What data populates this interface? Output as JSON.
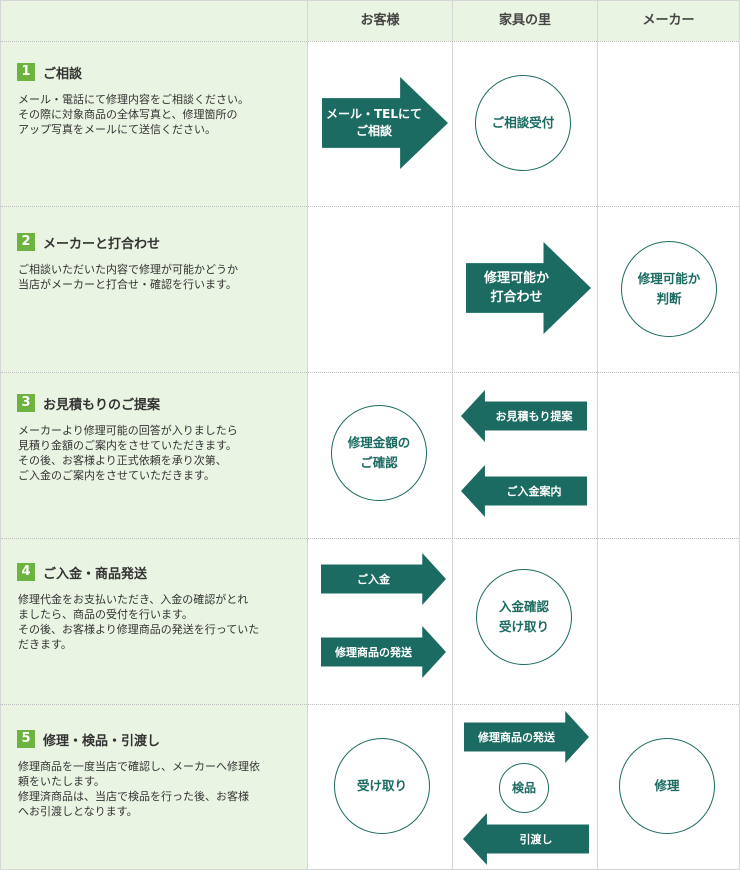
{
  "columns": {
    "customer": "お客様",
    "store": "家具の里",
    "maker": "メーカー"
  },
  "steps": [
    {
      "num": "1",
      "title": "ご相談",
      "desc": "メール・電話にて修理内容をご相談ください。\nその際に対象商品の全体写真と、修理箇所の\nアップ写真をメールにて送信ください。",
      "arrow_customer": "メール・TELにて\nご相談",
      "circle_store": "ご相談受付"
    },
    {
      "num": "2",
      "title": "メーカーと打合わせ",
      "desc": "ご相談いただいた内容で修理が可能かどうか\n当店がメーカーと打合せ・確認を行います。",
      "arrow_store": "修理可能か\n打合わせ",
      "circle_maker": "修理可能か\n判断"
    },
    {
      "num": "3",
      "title": "お見積もりのご提案",
      "desc": "メーカーより修理可能の回答が入りましたら\n見積り金額のご案内をさせていただきます。\nその後、お客様より正式依頼を承り次第、\nご入金のご案内をさせていただきます。",
      "circle_customer": "修理金額の\nご確認",
      "arrow_estimate": "お見積もり提案",
      "arrow_payment_info": "ご入金案内"
    },
    {
      "num": "4",
      "title": "ご入金・商品発送",
      "desc": "修理代金をお支払いただき、入金の確認がとれ\nましたら、商品の受付を行います。\nその後、お客様より修理商品の発送を行っていた\nだきます。",
      "arrow_payment": "ご入金",
      "arrow_ship": "修理商品の発送",
      "circle_store": "入金確認\n受け取り"
    },
    {
      "num": "5",
      "title": "修理・検品・引渡し",
      "desc": "修理商品を一度当店で確認し、メーカーへ修理依\n頼をいたします。\n修理済商品は、当店で検品を行った後、お客様\nへお引渡しとなります。",
      "circle_customer": "受け取り",
      "arrow_ship": "修理商品の発送",
      "circle_inspect": "検品",
      "arrow_deliver": "引渡し",
      "circle_maker": "修理"
    }
  ],
  "colors": {
    "accent": "#1c6b62",
    "step_badge": "#6db33f",
    "panel_bg": "#eaf4e3",
    "grid": "#d6d6d6"
  }
}
